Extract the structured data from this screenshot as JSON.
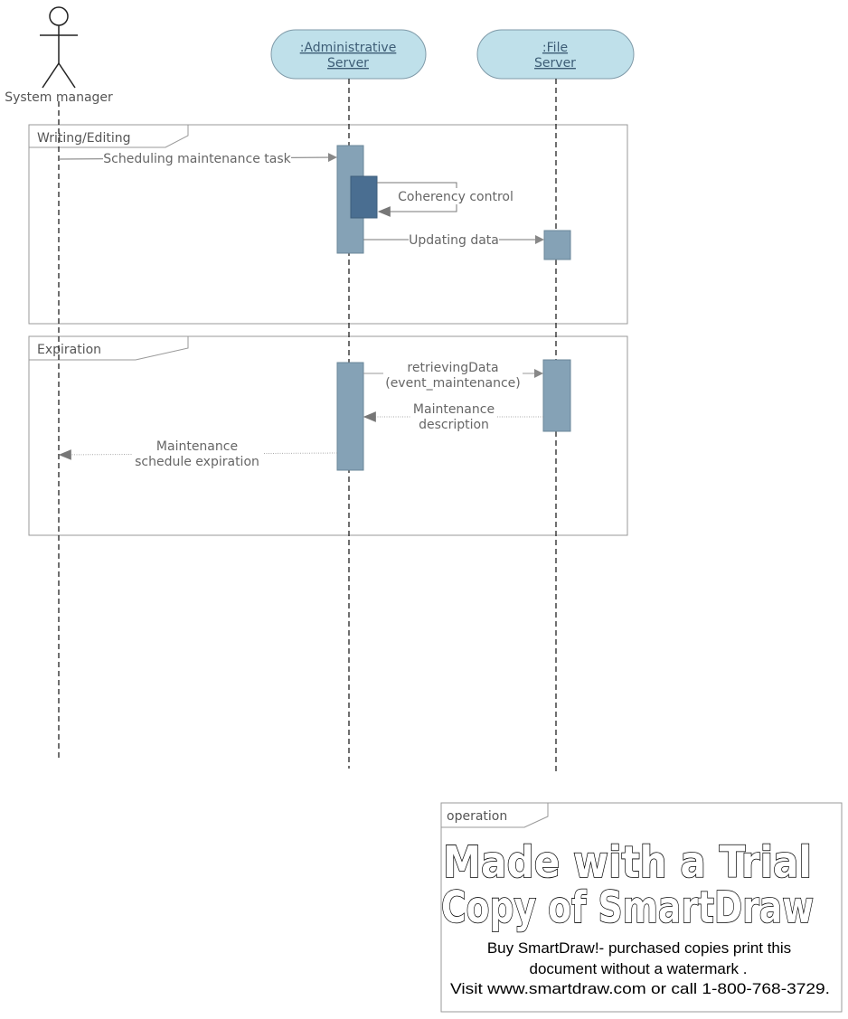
{
  "actor": {
    "label": "System manager"
  },
  "lifelines": {
    "admin": {
      "line1": ":Administrative",
      "line2": "Server"
    },
    "file": {
      "line1": ":File",
      "line2": "Server"
    }
  },
  "frames": {
    "writing": {
      "label": "Writing/Editing"
    },
    "expiration": {
      "label": "Expiration"
    },
    "operation": {
      "label": "operation"
    }
  },
  "messages": {
    "scheduling": {
      "text": "Scheduling maintenance task"
    },
    "coherency": {
      "text": "Coherency control"
    },
    "updating": {
      "text": "Updating data"
    },
    "retrieving": {
      "line1": "retrievingData",
      "line2": "(event_maintenance)"
    },
    "description": {
      "line1": "Maintenance",
      "line2": "description"
    },
    "expiration": {
      "line1": "Maintenance",
      "line2": "schedule expiration"
    }
  },
  "watermark": {
    "line1": "Made with a Trial",
    "line2": "Copy of SmartDraw",
    "note1": "Buy SmartDraw!- purchased copies print this",
    "note2": "document without a watermark .",
    "note3": "Visit www.smartdraw.com or call 1-800-768-3729."
  },
  "colors": {
    "lifeline_head": "#bfe0ea",
    "activation": "#85a2b6",
    "activation_dark": "#4a6e91",
    "frame_border": "#999999"
  }
}
